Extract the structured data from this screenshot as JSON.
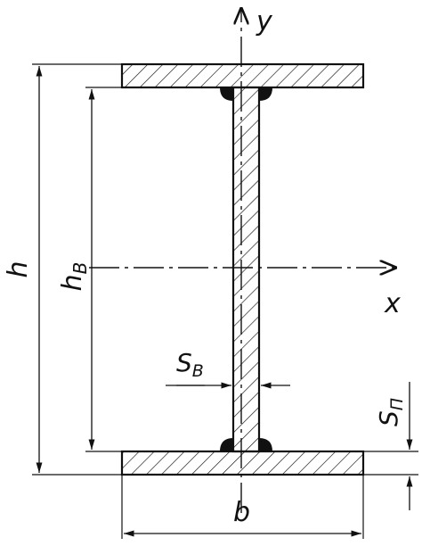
{
  "labels": {
    "axis_y": "y",
    "axis_x": "x",
    "height_total": "h",
    "height_web": {
      "base": "h",
      "sub": "B"
    },
    "web_thickness": {
      "base": "S",
      "sub": "B"
    },
    "flange_thickness": {
      "base": "S",
      "sub": "П"
    },
    "flange_width": "b"
  },
  "colors": {
    "stroke": "#111111",
    "background": "#ffffff"
  }
}
